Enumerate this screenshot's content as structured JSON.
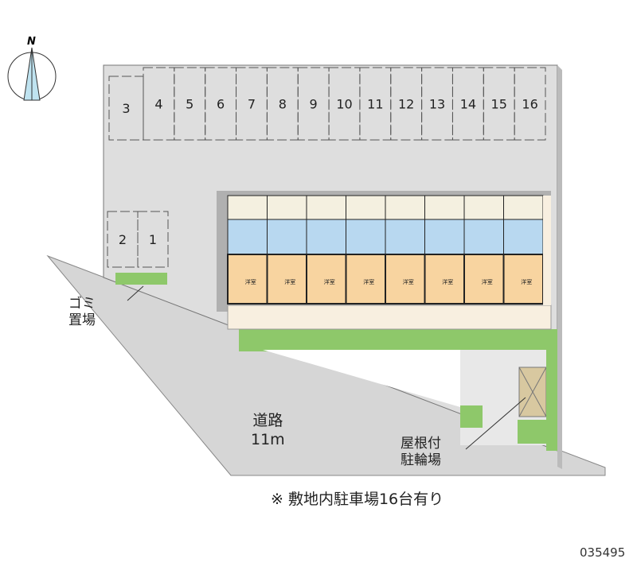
{
  "compass": {
    "north_label": "N"
  },
  "parking": {
    "top_row": [
      "3",
      "4",
      "5",
      "6",
      "7",
      "8",
      "9",
      "10",
      "11",
      "12",
      "13",
      "14",
      "15",
      "16"
    ],
    "left_pair": [
      "2",
      "1"
    ]
  },
  "building": {
    "unit_count": 8,
    "room_label": "洋室"
  },
  "labels": {
    "garbage": [
      "ゴミ",
      "置場"
    ],
    "road": [
      "道路",
      "11m"
    ],
    "bike": [
      "屋根付",
      "駐輪場"
    ]
  },
  "note": "※ 敷地内駐車場16台有り",
  "code": "035495",
  "colors": {
    "lot": "#dcdcdc",
    "room": "#f8d4a0",
    "wet": "#b8d8f0",
    "green": "#8ec86a",
    "road": "#d4d4d4"
  }
}
